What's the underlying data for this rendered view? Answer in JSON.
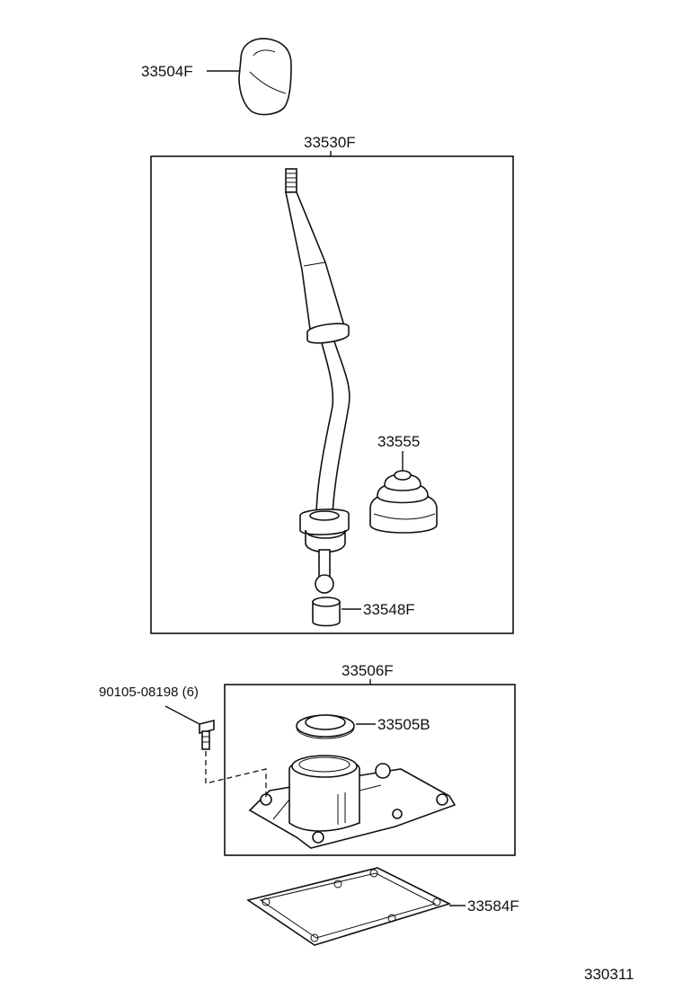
{
  "diagram": {
    "parts": {
      "knob": "33504F",
      "shift_lever_assy": "33530F",
      "boot": "33555",
      "bushing": "33548F",
      "retainer_assy": "33506F",
      "bolt": "90105-08198 (6)",
      "seat": "33505B",
      "gasket": "33584F"
    },
    "figure_number": "330311"
  }
}
